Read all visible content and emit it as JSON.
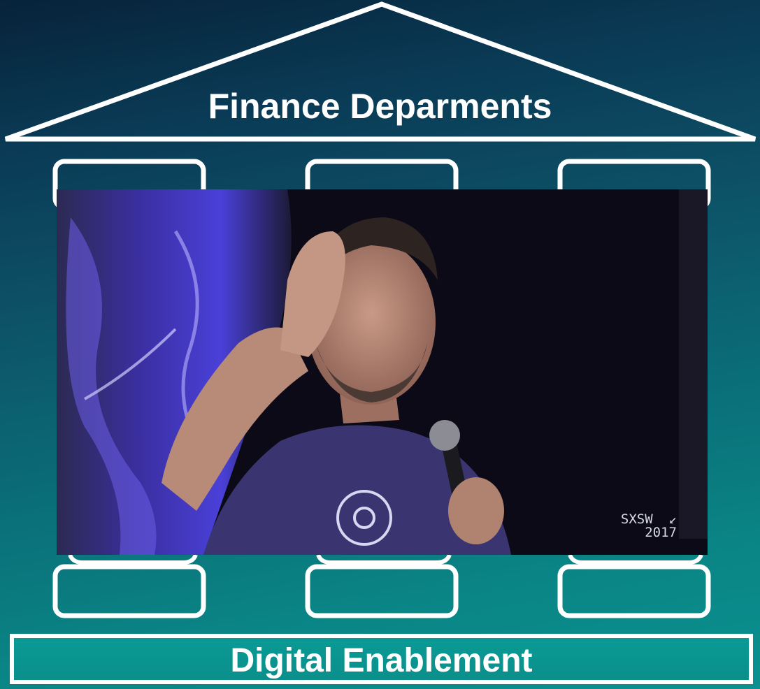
{
  "diagram": {
    "roof_label": "Finance Deparments",
    "base_label": "Digital Enablement",
    "pillar_count": 3,
    "colors": {
      "outline": "#ffffff",
      "background_top": "#07233a",
      "background_bottom": "#0b9190"
    }
  },
  "video": {
    "watermark_event": "SXSW",
    "watermark_year": "2017",
    "watermark_icon": "arrow-down-left-icon"
  }
}
